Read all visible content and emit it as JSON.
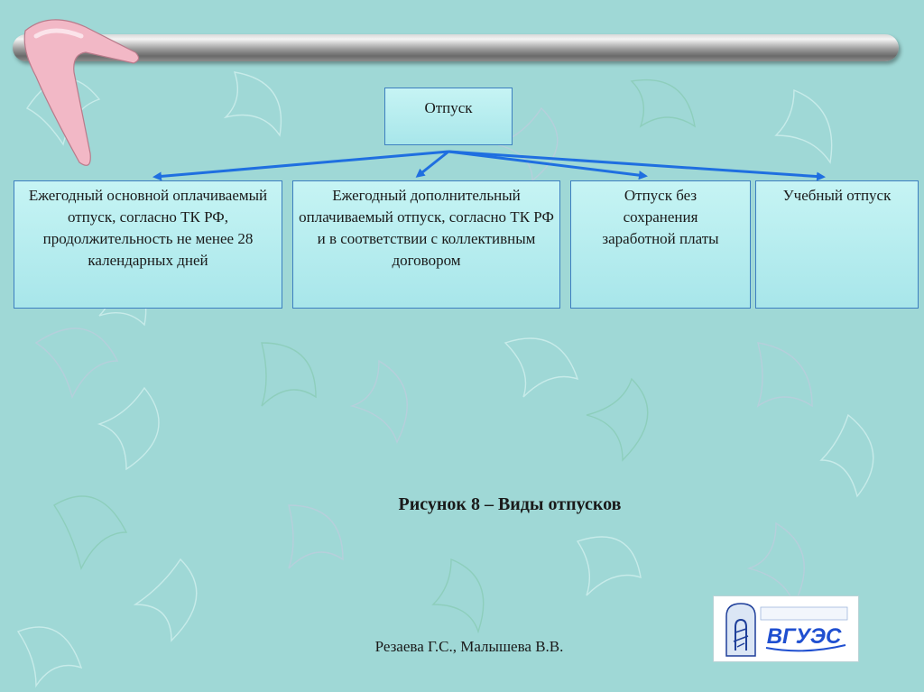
{
  "diagram": {
    "root": {
      "label": "Отпуск"
    },
    "children": [
      {
        "label": "Ежегодный основной оплачиваемый отпуск, согласно ТК РФ, продолжительность не менее 28 календарных дней"
      },
      {
        "label": "Ежегодный дополнительный оплачиваемый отпуск, согласно ТК РФ и в соответствии с коллективным договором"
      },
      {
        "label": "Отпуск без сохранения заработной платы"
      },
      {
        "label": "Учебный отпуск"
      }
    ],
    "caption": "Рисунок 8 – Виды отпусков"
  },
  "footer": {
    "authors": "Резаева Г.С., Малышева В.В."
  },
  "logo": {
    "text": "ВГУЭС"
  },
  "colors": {
    "background": "#9fd8d6",
    "box_border": "#3d7fc0",
    "arrow": "#1f6fe0",
    "boomerang": "#f2b8c6"
  }
}
